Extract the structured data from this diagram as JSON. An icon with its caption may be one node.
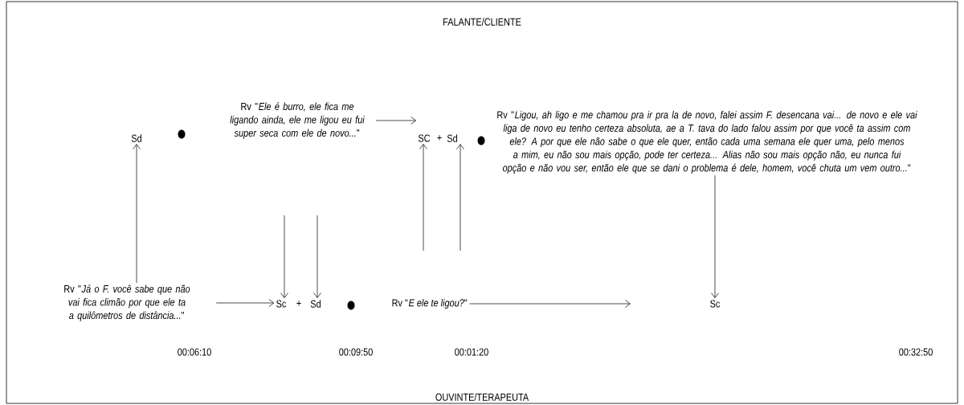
{
  "diagram": {
    "nodes": [
      {
        "text": [
          "Sd"
        ]
      },
      {
        "text": [],
        "shape": "circle"
      },
      {
        "text": [
          "Rv \"*Ele é burro, ele fica me ligando ainda, ele me ligou eu fui super seca com ele de novo...*\""
        ]
      },
      {
        "text": [
          "SC"
        ]
      },
      {
        "text": [
          "Sd"
        ]
      },
      {
        "text": [],
        "shape": "circle"
      },
      {
        "text": [
          "Rv \"*Ligou, ah ligo e me chamou pra ir pra la de novo, falei assim F. desencana vai... de novo e ele vai liga de novo eu tenho certeza absoluta, ae a T. tava do lado falou assim por que você ta assim com ele? A por que ele não sabe o que ele quer, então cada uma semana ele quer uma, pelo menos a mim, eu não sou mais opção, pode ter certeza... Alias não sou mais opção não, eu nunca fui opção e não vou ser, então ele que se dani o problema é dele, homem, você chuta um vem outro...*\""
        ]
      },
      {
        "text": [
          "Rv \"*Já o F. você sabe que não vai fica climão por que ele ta a quilômetros de distância...*\""
        ]
      },
      {
        "text": [
          "Sc"
        ]
      },
      {
        "text": [
          "Sd"
        ]
      },
      {
        "text": [],
        "shape": "circle"
      },
      {
        "text": [
          "Rv \"*E ele te ligou?*\""
        ]
      },
      {
        "text": [
          "Sc"
        ]
      }
    ],
    "edges": [
      {
        "from": 7,
        "to": 0,
        "arrow": "to"
      },
      {
        "from": 2,
        "to": 3,
        "arrow": "to"
      },
      {
        "from": null,
        "to": 3,
        "arrow": "to"
      },
      {
        "from": null,
        "to": 4,
        "arrow": "to"
      },
      {
        "from": null,
        "to": 8,
        "arrow": "to"
      },
      {
        "from": null,
        "to": 9,
        "arrow": "to"
      },
      {
        "from": 7,
        "to": 8,
        "arrow": "to"
      },
      {
        "from": 11,
        "to": null,
        "arrow": "to"
      },
      {
        "from": 6,
        "to": 12,
        "arrow": "to"
      }
    ],
    "labels": [
      "FALANTE/CLIENTE",
      "+",
      "+",
      "00:06:10",
      "00:09:50",
      "00:01:20",
      "00:32:50",
      "OUVINTE/TERAPEUTA"
    ]
  }
}
